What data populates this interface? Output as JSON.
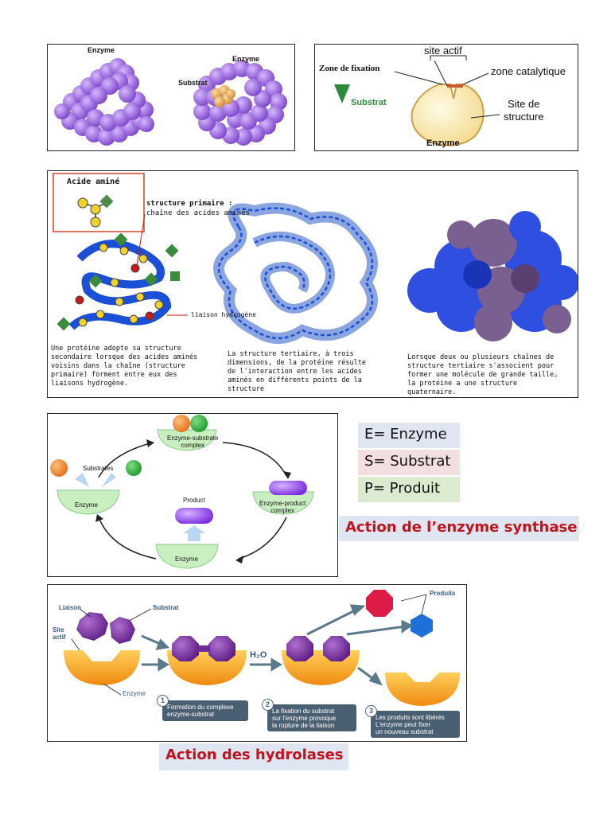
{
  "panel1": {
    "enzyme_label_left": "Enzyme",
    "enzyme_label_right": "Enzyme",
    "substrat_label": "Substrat"
  },
  "panel2": {
    "site_actif": "site actif",
    "zone_fixation": "Zone de fixation",
    "zone_catalytique": "zone catalytique",
    "substrat": "Substrat",
    "site_structure": "Site de\nstructure",
    "enzyme": "Enzyme"
  },
  "panel3": {
    "acide_amine": "Acide aminé",
    "structure_primaire_title": "structure primaire :",
    "structure_primaire_text": "chaîne des acides aminés",
    "liaison_hydrogene": "liaison hydrogène",
    "text_secondaire": "Une protéine adopte sa structure secondaire lorsque des acides aminés voisins dans la chaîne (structure primaire) forment entre eux des liaisons hydrogène.",
    "text_tertiaire": "La structure tertiaire, à trois dimensions, de la protéine résulte de l'interaction entre les acides aminés en différents points de la structure",
    "text_quaternaire": "Lorsque deux ou plusieurs chaînes de structure tertiaire s'associent pour former une molécule de grande taille, la protéine a une structure quaternaire."
  },
  "panel4": {
    "es_complex": "Enzyme-substrate\ncomplex",
    "substrates": "Substrates",
    "enzyme_left": "Enzyme",
    "product": "Product",
    "ep_complex": "Enzyme-product\ncomplex",
    "enzyme_bottom": "Enzyme"
  },
  "legend": {
    "e": "E= Enzyme",
    "s": "S= Substrat",
    "p": "P= Produit"
  },
  "caption_synthase": "Action de l’enzyme synthase",
  "panel5": {
    "liaison": "Liaison",
    "substrat": "Substrat",
    "site_actif": "Site\nactif",
    "enzyme": "Enzyme",
    "h2o": "H₂O",
    "produits": "Produits",
    "step1_num": "1",
    "step1": "Formation du complexe\nenzyme-substrat",
    "step2_num": "2",
    "step2": "La fixation du substrat\nsur l'enzyme provoque\nla rupture de la liaison",
    "step3_num": "3",
    "step3": "Les produits sont libérés\nL'enzyme peut fixer\nun nouveau substrat"
  },
  "caption_hydrolases": "Action des hydrolases",
  "colors": {
    "purple_enzyme": "#9b6de0",
    "orange_enzyme": "#f2a51e",
    "green_enzyme": "#c9efc0",
    "caption_red": "#c0141c",
    "legend_e": "#dfe6f2",
    "legend_s": "#f3dfe0",
    "legend_p": "#dcebcf"
  }
}
